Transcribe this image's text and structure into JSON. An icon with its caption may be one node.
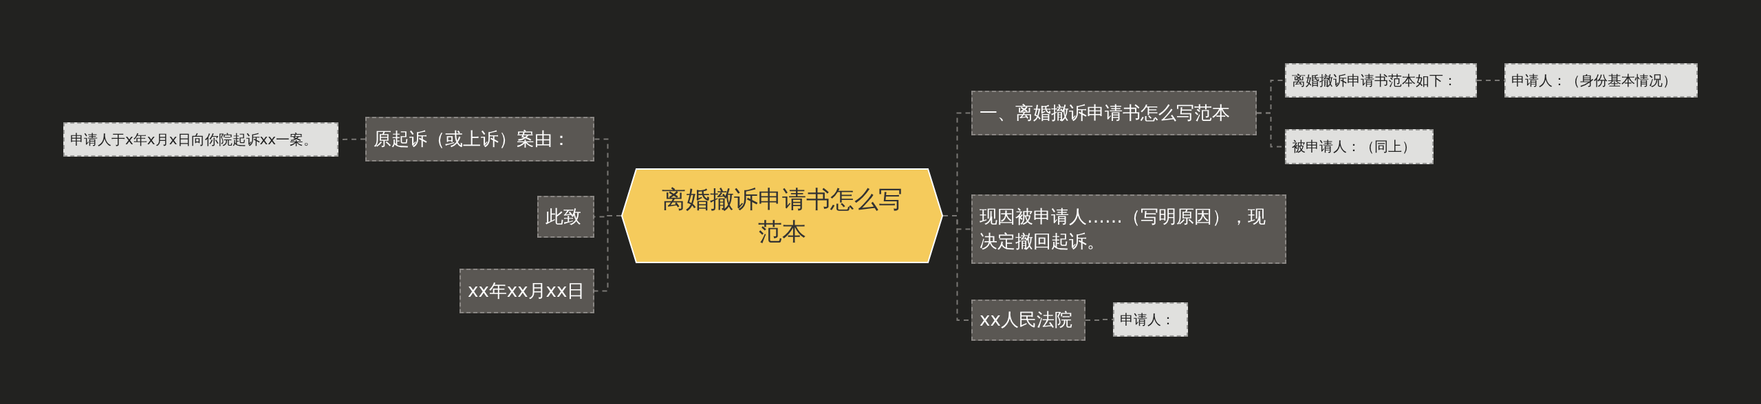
{
  "diagram": {
    "nodes": [
      {
        "text": [
          "离婚撤诉申请书怎么写范本"
        ]
      },
      {
        "text": [
          "一、离婚撤诉申请书怎么写范本"
        ]
      },
      {
        "text": [
          "离婚撤诉申请书范本如下："
        ]
      },
      {
        "text": [
          "申请人：（身份基本情况）"
        ]
      },
      {
        "text": [
          "被申请人：（同上）"
        ]
      },
      {
        "text": [
          "现因被申请人……（写明原因），现决定撤回起诉。"
        ]
      },
      {
        "text": [
          "xx人民法院"
        ]
      },
      {
        "text": [
          "申请人："
        ]
      },
      {
        "text": [
          "原起诉（或上诉）案由："
        ]
      },
      {
        "text": [
          "申请人于x年x月x日向你院起诉xx一案。"
        ]
      },
      {
        "text": [
          "此致"
        ]
      },
      {
        "text": [
          "xx年xx月xx日"
        ]
      }
    ],
    "edges": [
      {
        "from": 0,
        "to": 1,
        "arrow": "none"
      },
      {
        "from": 1,
        "to": 2,
        "arrow": "none"
      },
      {
        "from": 2,
        "to": 3,
        "arrow": "none"
      },
      {
        "from": 1,
        "to": 4,
        "arrow": "none"
      },
      {
        "from": 0,
        "to": 5,
        "arrow": "none"
      },
      {
        "from": 0,
        "to": 6,
        "arrow": "none"
      },
      {
        "from": 6,
        "to": 7,
        "arrow": "none"
      },
      {
        "from": 0,
        "to": 8,
        "arrow": "none"
      },
      {
        "from": 8,
        "to": 9,
        "arrow": "none"
      },
      {
        "from": 0,
        "to": 10,
        "arrow": "none"
      },
      {
        "from": 0,
        "to": 11,
        "arrow": "none"
      }
    ]
  }
}
